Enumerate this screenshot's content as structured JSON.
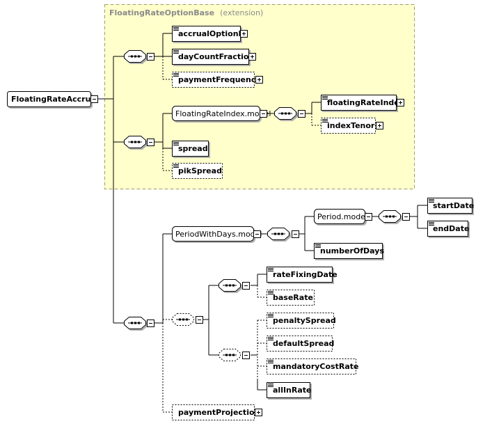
{
  "extension": {
    "base_name": "FloatingRateOptionBase",
    "qualifier": "(extension)",
    "fill_color": "#ffffcc",
    "border_color": "#a0a060"
  },
  "root": {
    "label": "FloatingRateAccrual"
  },
  "elements": {
    "accrualOptionId": "accrualOptionId",
    "dayCountFraction": "dayCountFraction",
    "paymentFrequency": "paymentFrequency",
    "floatingRateIndexModel": "FloatingRateIndex.model",
    "floatingRateIndex": "floatingRateIndex",
    "indexTenor": "indexTenor",
    "spread": "spread",
    "pikSpread": "pikSpread",
    "periodWithDaysModel": "PeriodWithDays.model",
    "periodModel": "Period.model",
    "startDate": "startDate",
    "endDate": "endDate",
    "numberOfDays": "numberOfDays",
    "rateFixingDate": "rateFixingDate",
    "baseRate": "baseRate",
    "penaltySpread": "penaltySpread",
    "defaultSpread": "defaultSpread",
    "mandatoryCostRate": "mandatoryCostRate",
    "allInRate": "allInRate",
    "paymentProjection": "paymentProjection"
  },
  "icons": {
    "sequence": "sequence-compositor-icon",
    "collapse": "collapse-minus-icon",
    "expand": "expand-plus-icon",
    "annotation": "documentation-lines-icon"
  }
}
